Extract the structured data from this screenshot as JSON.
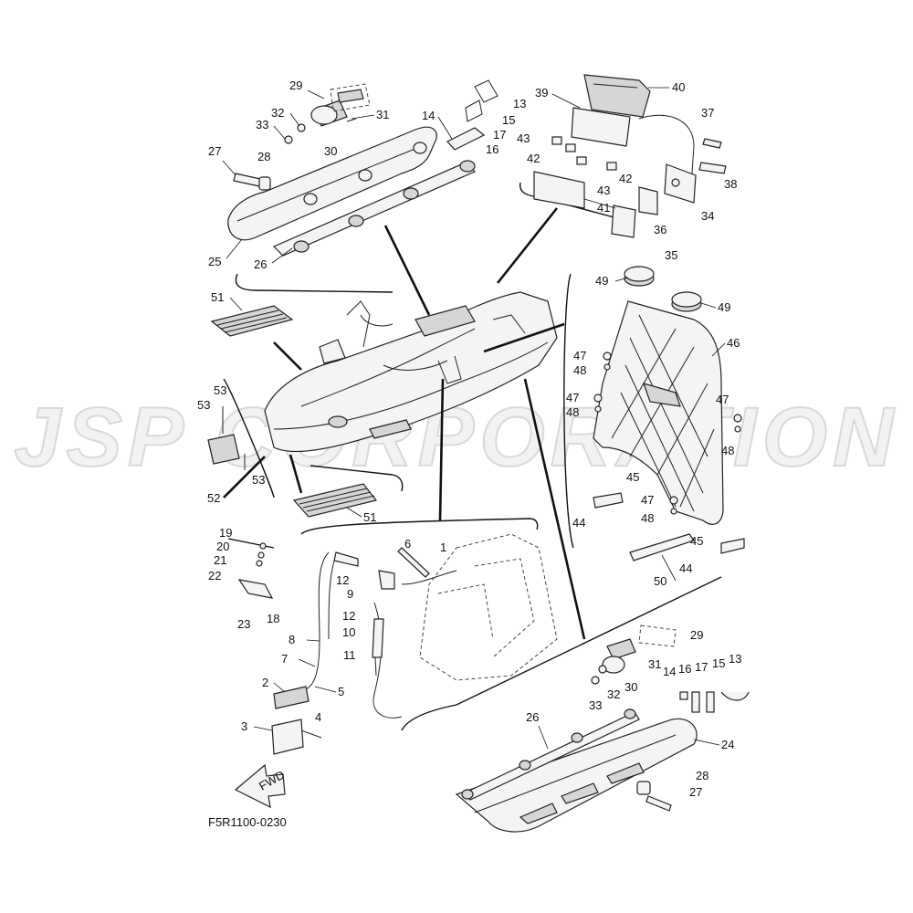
{
  "watermark": "JSP CORPORATION",
  "diagram_code": "F5R1100-0230",
  "fwd_label": "FWD",
  "callouts": {
    "c1": "1",
    "c2": "2",
    "c3": "3",
    "c4": "4",
    "c5": "5",
    "c6": "6",
    "c7": "7",
    "c8": "8",
    "c9": "9",
    "c10": "10",
    "c11": "11",
    "c12a": "12",
    "c12b": "12",
    "c13a": "13",
    "c13b": "13",
    "c14a": "14",
    "c14b": "14",
    "c15a": "15",
    "c15b": "15",
    "c16a": "16",
    "c16b": "16",
    "c17a": "17",
    "c17b": "17",
    "c18": "18",
    "c19": "19",
    "c20": "20",
    "c21": "21",
    "c22": "22",
    "c23": "23",
    "c24": "24",
    "c25": "25",
    "c26a": "26",
    "c26b": "26",
    "c27a": "27",
    "c27b": "27",
    "c28a": "28",
    "c28b": "28",
    "c29a": "29",
    "c29b": "29",
    "c30a": "30",
    "c30b": "30",
    "c31a": "31",
    "c31b": "31",
    "c32a": "32",
    "c32b": "32",
    "c33a": "33",
    "c33b": "33",
    "c34": "34",
    "c35": "35",
    "c36": "36",
    "c37": "37",
    "c38": "38",
    "c39": "39",
    "c40": "40",
    "c41": "41",
    "c42a": "42",
    "c42b": "42",
    "c43a": "43",
    "c43b": "43",
    "c44a": "44",
    "c44b": "44",
    "c45a": "45",
    "c45b": "45",
    "c46": "46",
    "c47a": "47",
    "c47b": "47",
    "c47c": "47",
    "c47d": "47",
    "c48a": "48",
    "c48b": "48",
    "c48c": "48",
    "c48d": "48",
    "c49a": "49",
    "c49b": "49",
    "c50": "50",
    "c51a": "51",
    "c51b": "51",
    "c52": "52",
    "c53a": "53",
    "c53b": "53",
    "c53c": "53"
  }
}
